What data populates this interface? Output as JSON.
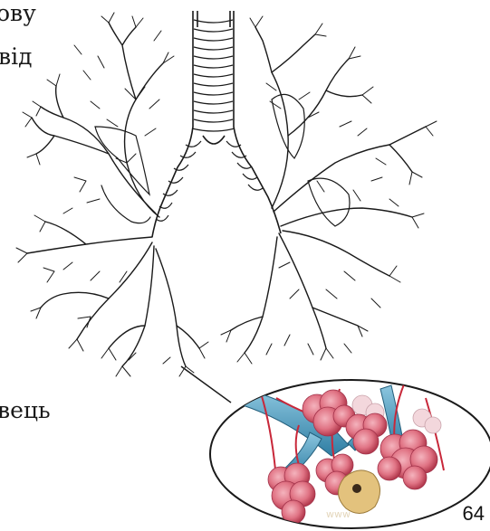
{
  "text_fragments": {
    "line_1": "ову",
    "line_2": "від",
    "line_3": "вець"
  },
  "page": {
    "number": "64"
  },
  "colors": {
    "ink": "#1a1a1a",
    "vessel_red": "#c8283a",
    "vessel_blue": "#3f8fb5",
    "alveoli_pink": "#e87c8c",
    "alveoli_dark": "#b33a4e",
    "cell_tan": "#e3c27d"
  }
}
